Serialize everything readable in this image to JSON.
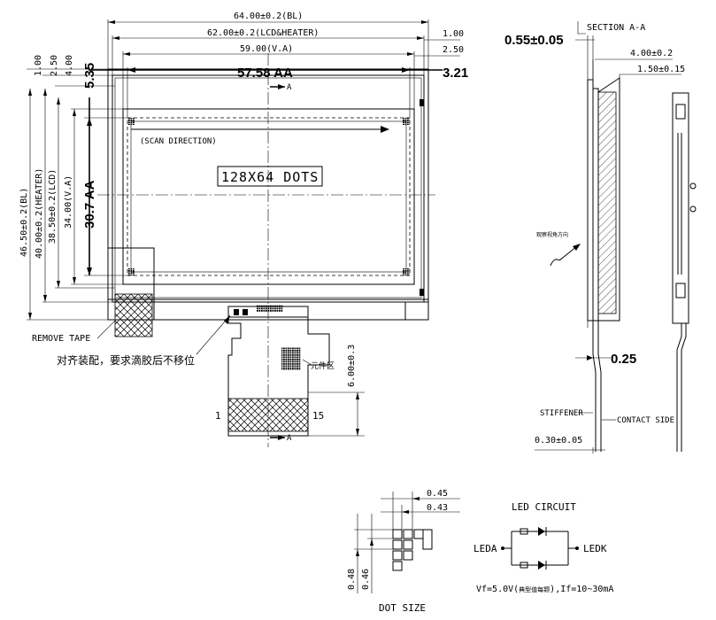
{
  "front_view": {
    "dimensions": {
      "bl_width": "64.00±0.2(BL)",
      "lcd_heater_width": "62.00±0.2(LCD&HEATER)",
      "va_width": "59.00(V.A)",
      "aa_width": "57.58 AA",
      "right_offset_1": "1.00",
      "right_offset_2": "2.50",
      "right_offset_aa": "3.21",
      "top_offset_1": "1.00",
      "top_offset_2": "2.50",
      "top_offset_3": "4.00",
      "top_offset_aa": "5.35",
      "bl_height": "46.50±0.2(BL)",
      "heater_height": "40.00±0.2(HEATER)",
      "lcd_height": "38.50±0.2(LCD)",
      "va_height": "34.00(V.A)",
      "aa_height": "30.7 AA",
      "fpc_length": "6.00±0.3"
    },
    "labels": {
      "scan_direction": "(SCAN DIRECTION)",
      "resolution": "128X64 DOTS",
      "remove_tape": "REMOVE TAPE",
      "assembly_note": "对齐装配，要求滴胶后不移位",
      "component_area": "元件区",
      "pin_first": "1",
      "pin_last": "15",
      "section_mark_top": "A",
      "section_mark_bottom": "A"
    }
  },
  "section_view": {
    "title": "SECTION A-A",
    "thickness": "0.55±0.05",
    "dim_total": "4.00±0.2",
    "dim_inner": "1.50±0.15",
    "fpc_thickness": "0.25",
    "stiffener_label": "STIFFENER",
    "contact_side_label": "CONTACT SIDE",
    "stiffener_thickness": "0.30±0.05",
    "view_note": "观察视角方向"
  },
  "dot_size": {
    "title": "DOT SIZE",
    "pitch_x": "0.45",
    "dot_x": "0.43",
    "pitch_y": "0.48",
    "dot_y": "0.46"
  },
  "led_circuit": {
    "title": "LED CIRCUIT",
    "anode": "LEDA",
    "cathode": "LEDK",
    "spec_prefix": "Vf=5.0V(",
    "spec_note": "典型值每颗",
    "spec_suffix": "),If=10~30mA"
  }
}
